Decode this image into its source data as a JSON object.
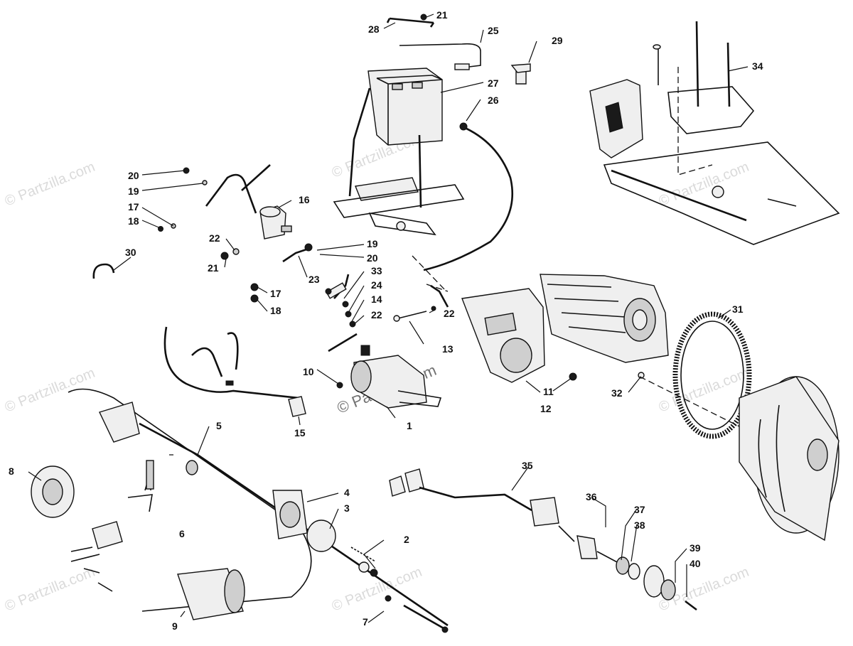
{
  "callouts": [
    "1",
    "2",
    "3",
    "4",
    "5",
    "6",
    "7",
    "8",
    "9",
    "10",
    "11",
    "12",
    "13",
    "14",
    "15",
    "16",
    "17",
    "17",
    "18",
    "18",
    "19",
    "19",
    "20",
    "20",
    "21",
    "21",
    "22",
    "22",
    "22",
    "23",
    "24",
    "25",
    "26",
    "27",
    "28",
    "29",
    "30",
    "31",
    "32",
    "33",
    "34",
    "35",
    "36",
    "37",
    "38",
    "39",
    "40"
  ],
  "watermark": {
    "text": "© Partzilla.com",
    "center_text": "© Partzilla.com"
  }
}
